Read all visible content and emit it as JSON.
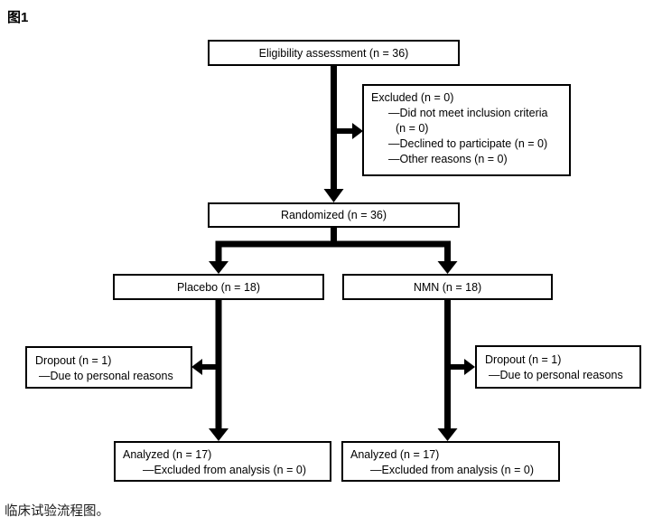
{
  "figure_label": "图1",
  "caption": "临床试验流程图。",
  "colors": {
    "background": "#ffffff",
    "box_border": "#000000",
    "connector": "#000000",
    "text": "#000000"
  },
  "flowchart": {
    "eligibility": {
      "label": "Eligibility assessment (n = 36)"
    },
    "excluded": {
      "title": "Excluded (n = 0)",
      "reasons": [
        [
          "—Did not meet inclusion criteria",
          "(n = 0)"
        ],
        [
          "—Declined to participate (n = 0)"
        ],
        [
          "—Other reasons (n = 0)"
        ]
      ]
    },
    "randomized": {
      "label": "Randomized (n = 36)"
    },
    "placebo": {
      "label": "Placebo (n = 18)"
    },
    "nmn": {
      "label": "NMN (n = 18)"
    },
    "dropout_left": {
      "title": "Dropout (n = 1)",
      "reason": "—Due to personal reasons"
    },
    "dropout_right": {
      "title": "Dropout (n = 1)",
      "reason": "—Due to personal reasons"
    },
    "analyzed_left": {
      "title": "Analyzed (n = 17)",
      "detail": "—Excluded from analysis (n = 0)"
    },
    "analyzed_right": {
      "title": "Analyzed (n = 17)",
      "detail": "—Excluded from analysis (n = 0)"
    }
  }
}
